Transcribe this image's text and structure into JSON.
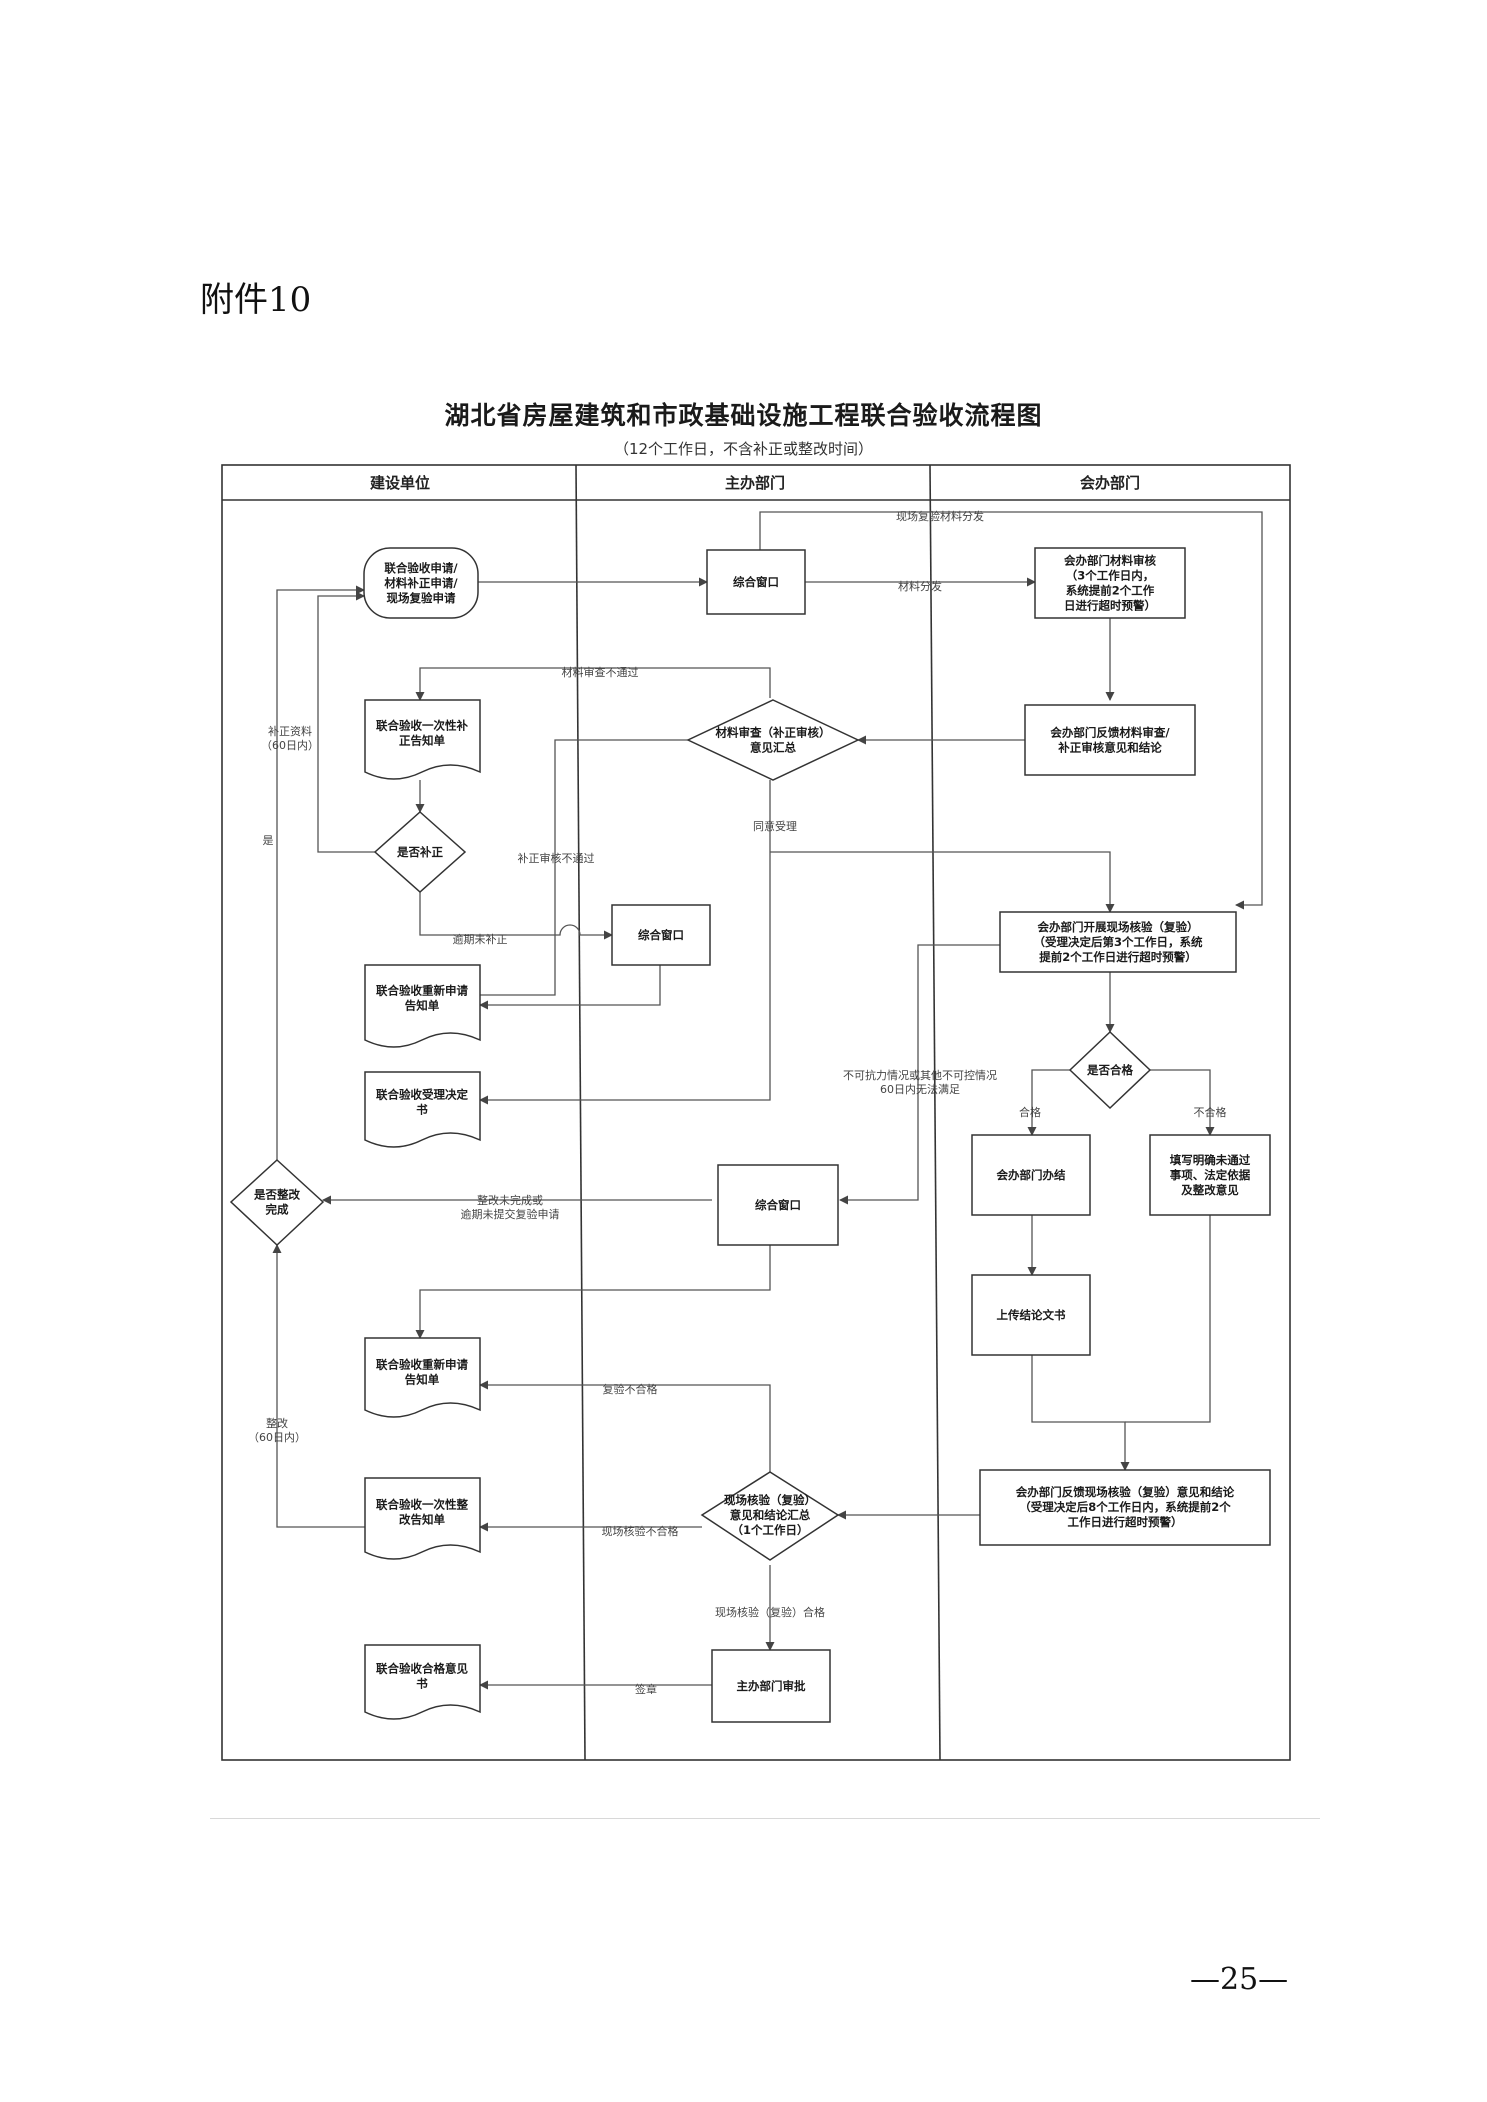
{
  "header": {
    "attachment_label": "附件10"
  },
  "diagram": {
    "title": "湖北省房屋建筑和市政基础设施工程联合验收流程图",
    "subtitle": "（12个工作日，不含补正或整改时间）",
    "lanes": [
      "建设单位",
      "主办部门",
      "会办部门"
    ],
    "nodes": {
      "apply": [
        "联合验收申请/",
        "材料补正申请/",
        "现场复验申请"
      ],
      "window1": [
        "综合窗口"
      ],
      "cohost_review": [
        "会办部门材料审核",
        "（3个工作日内，",
        "系统提前2个工作",
        "日进行超时预警）"
      ],
      "supplement_notice": [
        "联合验收一次性补",
        "正告知单"
      ],
      "review_summary": [
        "材料审查（补正审核）",
        "意见汇总"
      ],
      "cohost_feedback": [
        "会办部门反馈材料审查/",
        "补正审核意见和结论"
      ],
      "supplement_decision": [
        "是否补正"
      ],
      "window2": [
        "综合窗口"
      ],
      "reapply_notice1": [
        "联合验收重新申请",
        "告知单"
      ],
      "accept_decision_doc": [
        "联合验收受理决定",
        "书"
      ],
      "site_inspection": [
        "会办部门开展现场核验（复验）",
        "（受理决定后第3个工作日，系统",
        "提前2个工作日进行超时预警）"
      ],
      "qualified_decision": [
        "是否合格"
      ],
      "cohost_close": [
        "会办部门办结"
      ],
      "fill_reasons": [
        "填写明确未通过",
        "事项、法定依据",
        "及整改意见"
      ],
      "upload_docs": [
        "上传结论文书"
      ],
      "rectify_decision": [
        "是否整改",
        "完成"
      ],
      "window3": [
        "综合窗口"
      ],
      "reapply_notice2": [
        "联合验收重新申请",
        "告知单"
      ],
      "rectify_notice": [
        "联合验收一次性整",
        "改告知单"
      ],
      "site_summary": [
        "现场核验（复验）",
        "意见和结论汇总",
        "（1个工作日）"
      ],
      "cohost_site_feedback": [
        "会办部门反馈现场核验（复验）意见和结论",
        "（受理决定后8个工作日内，系统提前2个",
        "工作日进行超时预警）"
      ],
      "host_approve": [
        "主办部门审批"
      ],
      "pass_opinion": [
        "联合验收合格意见",
        "书"
      ]
    },
    "edge_labels": {
      "site_recheck_dispatch": "现场复验材料分发",
      "material_dispatch": "材料分发",
      "review_fail": "材料审查不通过",
      "supplement_materials": [
        "补正资料",
        "（60日内）"
      ],
      "yes": "是",
      "supplement_review_fail": "补正审核不通过",
      "approve_accept": "同意受理",
      "overdue_no_supplement": "逾期未补正",
      "force_majeure": [
        "不可抗力情况或其他不可控情况",
        "60日内无法满足"
      ],
      "qualified": "合格",
      "unqualified": "不合格",
      "rectify_incomplete": [
        "整改未完成或",
        "逾期未提交复验申请"
      ],
      "recheck_fail": "复验不合格",
      "site_fail": "现场核验不合格",
      "rectify_60": [
        "整改",
        "（60日内）"
      ],
      "site_pass": "现场核验（复验）合格",
      "issue": "签章"
    }
  },
  "footer": {
    "page_number": "—25—"
  }
}
